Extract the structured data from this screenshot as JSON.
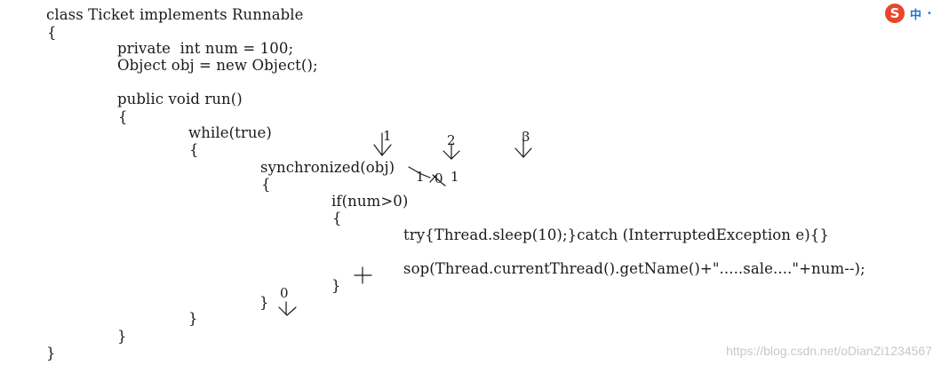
{
  "code": {
    "l01": "class Ticket implements Runnable",
    "l02": "{",
    "l03": "private  int num = 100;",
    "l04": "Object obj = new Object();",
    "l05": "public void run()",
    "l06": "{",
    "l07": "while(true)",
    "l08": "{",
    "l09": "synchronized(obj)",
    "l10": "{",
    "l11": "if(num>0)",
    "l12": "{",
    "l13": "try{Thread.sleep(10);}catch (InterruptedException e){}",
    "l14": "sop(Thread.currentThread().getName()+\".....sale....\"+num--);",
    "l15": "}",
    "l16": "}",
    "l17": "}",
    "l18": "}",
    "l19": "}"
  },
  "annotations": {
    "thread1": "1",
    "thread2": "2",
    "thread3": "3",
    "flag_old": "1",
    "flag_mid": "0",
    "flag_new": "1",
    "exit_marker": "0"
  },
  "ime": {
    "mode_label": "中",
    "logo_letter": "S"
  },
  "watermark": "https://blog.csdn.net/oDianZi1234567",
  "colors": {
    "ime_logo": "#e8462b",
    "ime_text": "#1e73d8",
    "watermark": "#c8c8c8"
  }
}
